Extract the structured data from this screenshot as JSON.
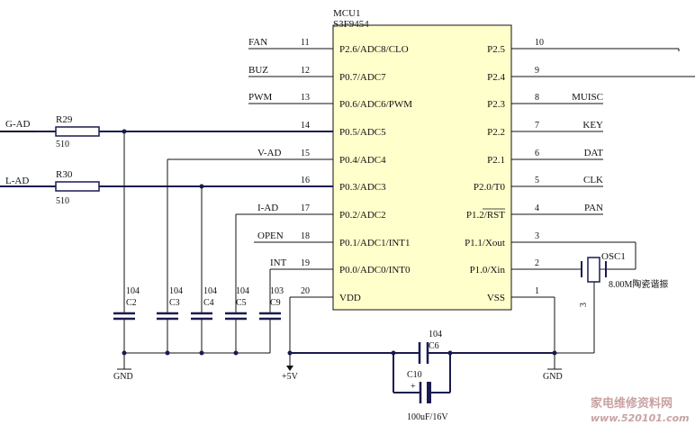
{
  "mcu": {
    "designator": "MCU1",
    "part": "S3F9454"
  },
  "left_pins": [
    {
      "pin": "11",
      "label": "P2.6/ADC8/CLO",
      "net": "FAN"
    },
    {
      "pin": "12",
      "label": "P0.7/ADC7",
      "net": "BUZ"
    },
    {
      "pin": "13",
      "label": "P0.6/ADC6/PWM",
      "net": "PWM"
    },
    {
      "pin": "14",
      "label": "P0.5/ADC5",
      "net": ""
    },
    {
      "pin": "15",
      "label": "P0.4/ADC4",
      "net": "V-AD"
    },
    {
      "pin": "16",
      "label": "P0.3/ADC3",
      "net": ""
    },
    {
      "pin": "17",
      "label": "P0.2/ADC2",
      "net": "I-AD"
    },
    {
      "pin": "18",
      "label": "P0.1/ADC1/INT1",
      "net": "OPEN"
    },
    {
      "pin": "19",
      "label": "P0.0/ADC0/INT0",
      "net": "INT"
    },
    {
      "pin": "20",
      "label": "VDD",
      "net": ""
    }
  ],
  "right_pins": [
    {
      "pin": "10",
      "label": "P2.5",
      "net": ""
    },
    {
      "pin": "9",
      "label": "P2.4",
      "net": ""
    },
    {
      "pin": "8",
      "label": "P2.3",
      "net": "MUISC"
    },
    {
      "pin": "7",
      "label": "P2.2",
      "net": "KEY"
    },
    {
      "pin": "6",
      "label": "P2.1",
      "net": "DAT"
    },
    {
      "pin": "5",
      "label": "P2.0/T0",
      "net": "CLK"
    },
    {
      "pin": "4",
      "label": "P1.2/RST",
      "net": "PAN"
    },
    {
      "pin": "3",
      "label": "P1.1/Xout",
      "net": ""
    },
    {
      "pin": "2",
      "label": "P1.0/Xin",
      "net": ""
    },
    {
      "pin": "1",
      "label": "VSS",
      "net": ""
    }
  ],
  "inputs": [
    {
      "net": "G-AD",
      "ref": "R29",
      "value": "510"
    },
    {
      "net": "L-AD",
      "ref": "R30",
      "value": "510"
    }
  ],
  "caps": [
    {
      "ref": "C2",
      "value": "104"
    },
    {
      "ref": "C3",
      "value": "104"
    },
    {
      "ref": "C4",
      "value": "104"
    },
    {
      "ref": "C5",
      "value": "104"
    },
    {
      "ref": "C9",
      "value": "103"
    }
  ],
  "decoupling": {
    "ref": "C6",
    "value": "104"
  },
  "electrolytic": {
    "ref": "C10",
    "value": "100uF/16V"
  },
  "crystal": {
    "ref": "OSC1",
    "value": "8.00M陶瓷谐振",
    "pin_label": "3"
  },
  "power": {
    "gnd_left": "GND",
    "vdd": "+5V",
    "gnd_right": "GND"
  },
  "watermark": {
    "line1": "家电维修资料网",
    "line2": "www.520101.com"
  }
}
